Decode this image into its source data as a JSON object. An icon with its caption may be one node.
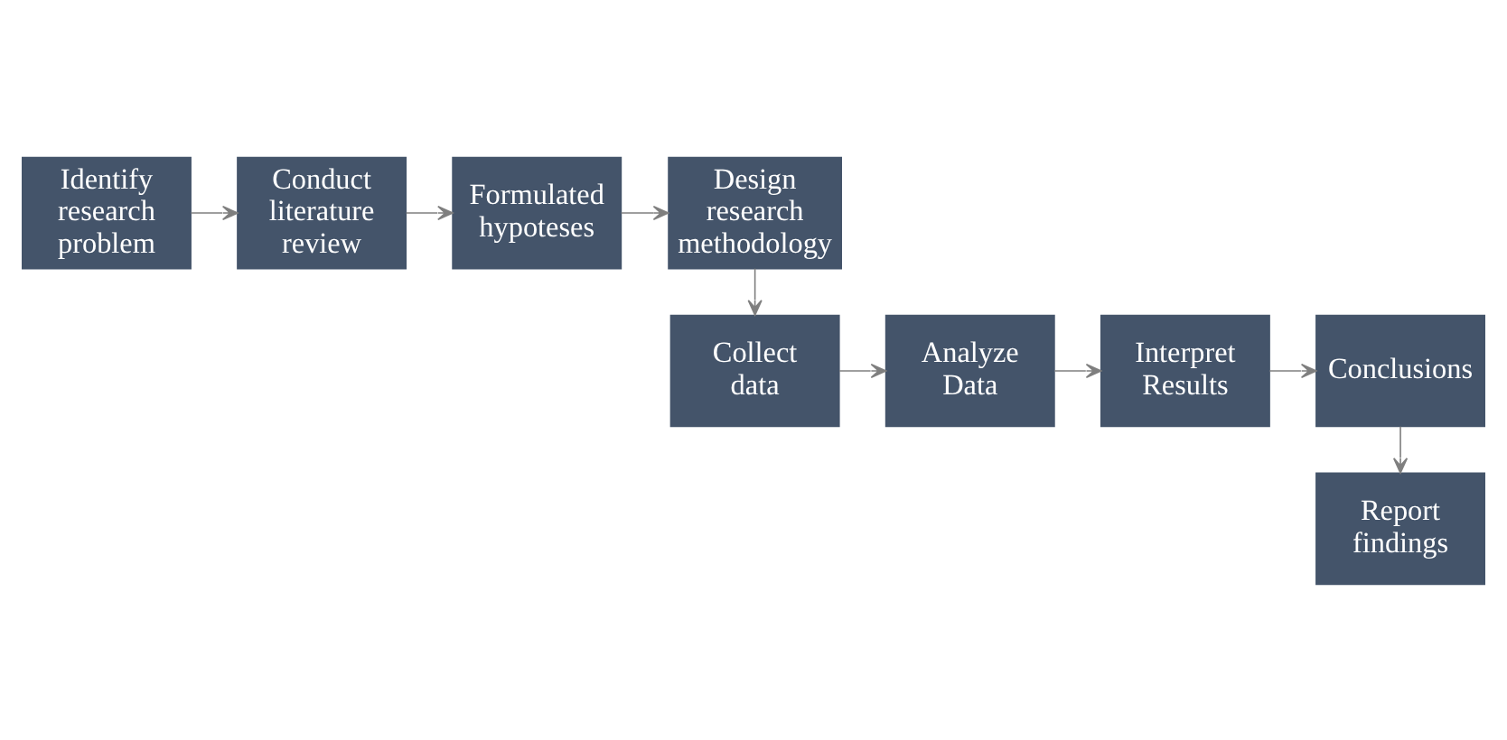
{
  "diagram": {
    "nodes": [
      {
        "text": [
          "Identify research problem"
        ]
      },
      {
        "text": [
          "Conduct literature review"
        ]
      },
      {
        "text": [
          "Formulated hypoteses"
        ]
      },
      {
        "text": [
          "Design research methodology"
        ]
      },
      {
        "text": [
          "Collect data"
        ]
      },
      {
        "text": [
          "Analyze Data"
        ]
      },
      {
        "text": [
          "Interpret Results"
        ]
      },
      {
        "text": [
          "Conclusions"
        ]
      },
      {
        "text": [
          "Report findings"
        ]
      }
    ],
    "edges": [
      {
        "from": 0,
        "to": 1,
        "arrow": "to"
      },
      {
        "from": 1,
        "to": 2,
        "arrow": "to"
      },
      {
        "from": 2,
        "to": 3,
        "arrow": "to"
      },
      {
        "from": 3,
        "to": 4,
        "arrow": "to"
      },
      {
        "from": 4,
        "to": 5,
        "arrow": "to"
      },
      {
        "from": 5,
        "to": 6,
        "arrow": "to"
      },
      {
        "from": 6,
        "to": 7,
        "arrow": "to"
      },
      {
        "from": 7,
        "to": 8,
        "arrow": "to"
      }
    ]
  }
}
